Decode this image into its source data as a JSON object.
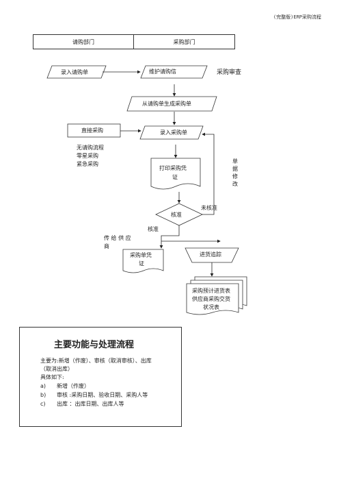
{
  "header": {
    "doc_title": "(完整版)ERP采购流程"
  },
  "columns": {
    "left": "请购部门",
    "right": "采购部门"
  },
  "nodes": {
    "enter_requisition": "录入请购单",
    "maintain_requisition": "维护请购信",
    "purchase_review": "采购审查",
    "generate_from_requisition": "从请购单生成采购单",
    "direct_purchase": "直接采购",
    "enter_purchase_order": "录入采购单",
    "no_requisition_flow": [
      "无请购流程",
      "零星采购",
      "紧急采购"
    ],
    "print_voucher": [
      "打印采购凭",
      "证"
    ],
    "document_modify": [
      "单",
      "据",
      "修",
      "改"
    ],
    "not_approved": "未核准",
    "approve": "核准",
    "approved": "核准",
    "send_to_supplier": [
      "传 给 供 应",
      "商"
    ],
    "order_voucher": [
      "采购单凭",
      "证"
    ],
    "track_receiving": "进货追踪",
    "reports": [
      "采购预计进货表",
      "供应商采购交货",
      "状况表"
    ]
  },
  "functions": {
    "title": "主要功能与处理流程",
    "intro_1": "主要为:新增（作废）、审核（取消审核）、出库",
    "intro_2": "（取消出库）",
    "intro_3": "具体如下:",
    "items": [
      {
        "key": "a)",
        "text": "新增（作废）"
      },
      {
        "key": "b)",
        "text": "审核  :采购日期、验收日期、采购人等"
      },
      {
        "key": "c)",
        "text": "出库  ：出库日期、出库人等"
      }
    ]
  }
}
